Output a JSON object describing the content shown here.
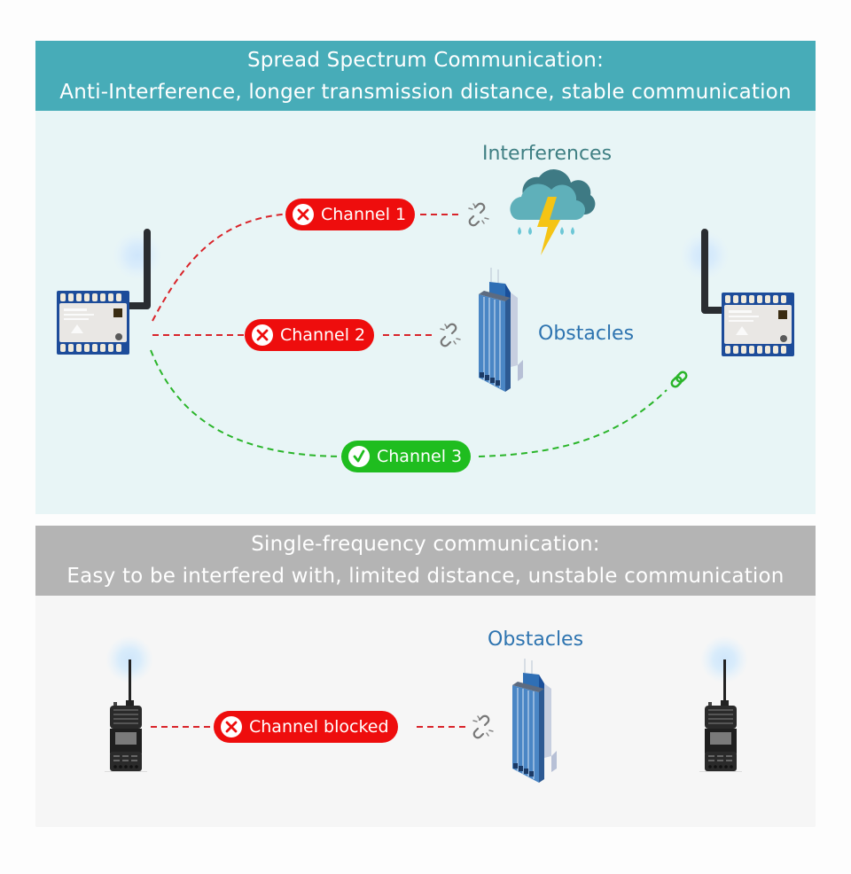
{
  "colors": {
    "header_spread": "#47acb8",
    "body_spread": "#e8f5f6",
    "header_single": "#b4b4b4",
    "body_single": "#f6f6f6",
    "blocked": "#ee0d0d",
    "ok": "#1fbd1f",
    "interference_label": "#3f7f83",
    "obstacle_label": "#2e74b0"
  },
  "spread_section": {
    "title_line1": "Spread Spectrum Communication:",
    "title_line2": "Anti-Interference, longer transmission distance, stable communication",
    "interference_label": "Interferences",
    "obstacle_label": "Obstacles",
    "channels": [
      {
        "label": "Channel 1",
        "status": "blocked",
        "status_icon": "x-circle-icon",
        "end_icon": "broken-link-icon",
        "blocker": "storm-cloud-icon"
      },
      {
        "label": "Channel 2",
        "status": "blocked",
        "status_icon": "x-circle-icon",
        "end_icon": "broken-link-icon",
        "blocker": "building-icon"
      },
      {
        "label": "Channel 3",
        "status": "connected",
        "status_icon": "check-circle-icon",
        "end_icon": "link-icon"
      }
    ],
    "devices": [
      "lora-module-icon",
      "lora-module-icon"
    ]
  },
  "single_section": {
    "title_line1": "Single-frequency communication:",
    "title_line2": "Easy to be interfered with, limited distance, unstable communication",
    "obstacle_label": "Obstacles",
    "channel": {
      "label": "Channel blocked",
      "status": "blocked",
      "status_icon": "x-circle-icon",
      "end_icon": "broken-link-icon",
      "blocker": "building-icon"
    },
    "devices": [
      "walkie-talkie-icon",
      "walkie-talkie-icon"
    ]
  }
}
